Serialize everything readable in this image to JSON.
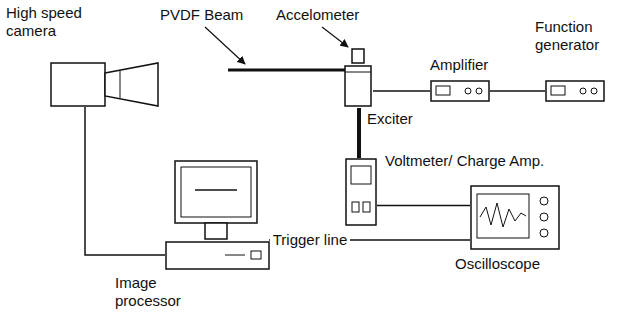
{
  "diagram": {
    "nodes": [
      {
        "text": [
          "High speed camera"
        ]
      },
      {
        "text": [
          "Exciter"
        ]
      },
      {
        "text": [
          "Amplifier"
        ]
      },
      {
        "text": [
          "Function generator"
        ]
      },
      {
        "text": [
          "Voltmeter/ Charge Amp."
        ]
      },
      {
        "text": [
          "Oscilloscope"
        ]
      },
      {
        "text": [
          "Image processor"
        ]
      }
    ],
    "edges": [
      {
        "from": 1,
        "to": 2,
        "arrow": "none"
      },
      {
        "from": 2,
        "to": 3,
        "arrow": "none"
      },
      {
        "from": 1,
        "to": 4,
        "arrow": "none"
      },
      {
        "from": 4,
        "to": 5,
        "arrow": "none"
      },
      {
        "from": 5,
        "to": 6,
        "label": "Trigger line",
        "arrow": "to"
      },
      {
        "from": 0,
        "to": 6,
        "arrow": "none"
      }
    ],
    "labels": [
      "PVDF Beam",
      "Accelometer"
    ]
  }
}
